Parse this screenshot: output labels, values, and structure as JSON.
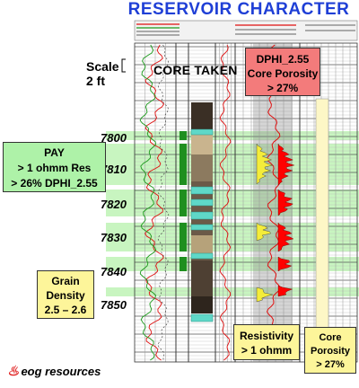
{
  "title": "RESERVOIR CHARACTER",
  "scale": {
    "line1": "Scale",
    "line2": "2 ft"
  },
  "core_taken": "CORE TAKEN",
  "depths": [
    "7800",
    "7810",
    "7820",
    "7830",
    "7840",
    "7850"
  ],
  "callouts": {
    "pay": [
      "PAY",
      "> 1 ohmm Res",
      "> 26% DPHI_2.55"
    ],
    "grain_density": [
      "Grain",
      "Density",
      "2.5 – 2.6"
    ],
    "dphi": [
      "DPHI_2.55",
      "Core Porosity",
      "> 27%"
    ],
    "resistivity": [
      "Resistivity",
      "> 1 ohmm"
    ],
    "core_porosity": [
      "Core",
      "Porosity",
      "> 27%"
    ]
  },
  "logo": {
    "text": "eog resources",
    "icon": "flame-icon"
  },
  "colors": {
    "title": "#1f3fd6",
    "pay_band": "#c8f5c0",
    "pay_callout": "#aef2a8",
    "yellow_callout": "#fdf59a",
    "dphi_callout": "#f37b7b",
    "curve_red": "#e01010",
    "curve_green": "#1c9a1c",
    "fill_yellow": "#f4ec3a",
    "fill_red": "#ff0000",
    "core_barrel_hatch": "#5fd8c8"
  }
}
